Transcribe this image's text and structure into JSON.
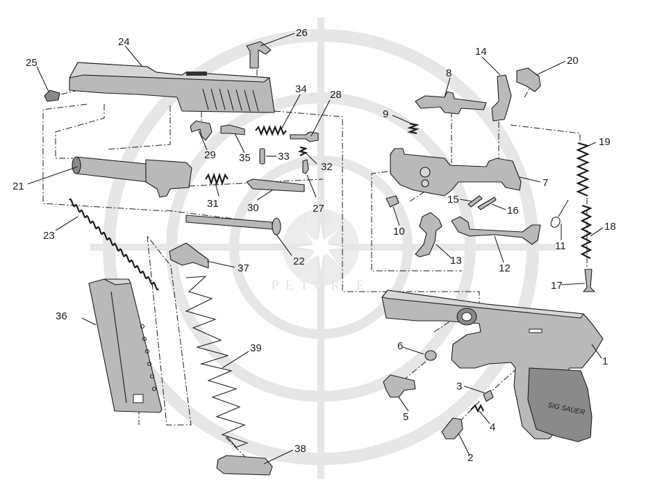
{
  "diagram": {
    "part_numbers": [
      "1",
      "2",
      "3",
      "4",
      "5",
      "6",
      "7",
      "8",
      "9",
      "10",
      "11",
      "12",
      "13",
      "14",
      "15",
      "16",
      "17",
      "18",
      "19",
      "20",
      "21",
      "22",
      "23",
      "24",
      "25",
      "26",
      "27",
      "28",
      "29",
      "30",
      "31",
      "32",
      "33",
      "34",
      "35",
      "36",
      "37",
      "38",
      "39"
    ],
    "watermark": {
      "top": "I  A",
      "bottom": "PETOR E"
    },
    "grip_logo": "SIG SAUER"
  }
}
